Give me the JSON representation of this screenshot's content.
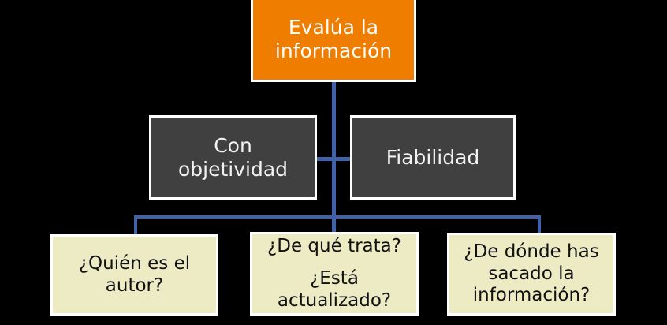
{
  "diagram": {
    "title_node": {
      "id": "root",
      "label": "Evalúa la información",
      "color": "#ef7d00",
      "text_color": "#ffffff"
    },
    "criteria_nodes": [
      {
        "id": "objetividad",
        "label": "Con objetividad",
        "color": "#404040",
        "text_color": "#f2f2f2"
      },
      {
        "id": "fiabilidad",
        "label": "Fiabilidad",
        "color": "#404040",
        "text_color": "#f2f2f2"
      }
    ],
    "question_nodes": [
      {
        "id": "autor",
        "color": "#edebc4",
        "text_color": "#111111",
        "lines": [
          "¿Quién es el autor?"
        ]
      },
      {
        "id": "trata",
        "color": "#edebc4",
        "text_color": "#111111",
        "lines": [
          "¿De qué trata?",
          "¿Está actualizado?"
        ]
      },
      {
        "id": "origen",
        "color": "#edebc4",
        "text_color": "#111111",
        "lines": [
          "¿De dónde has sacado la información?"
        ]
      }
    ],
    "connector_color": "#3f62aa",
    "background_color": "#000000",
    "border_color": "#ffffff"
  }
}
